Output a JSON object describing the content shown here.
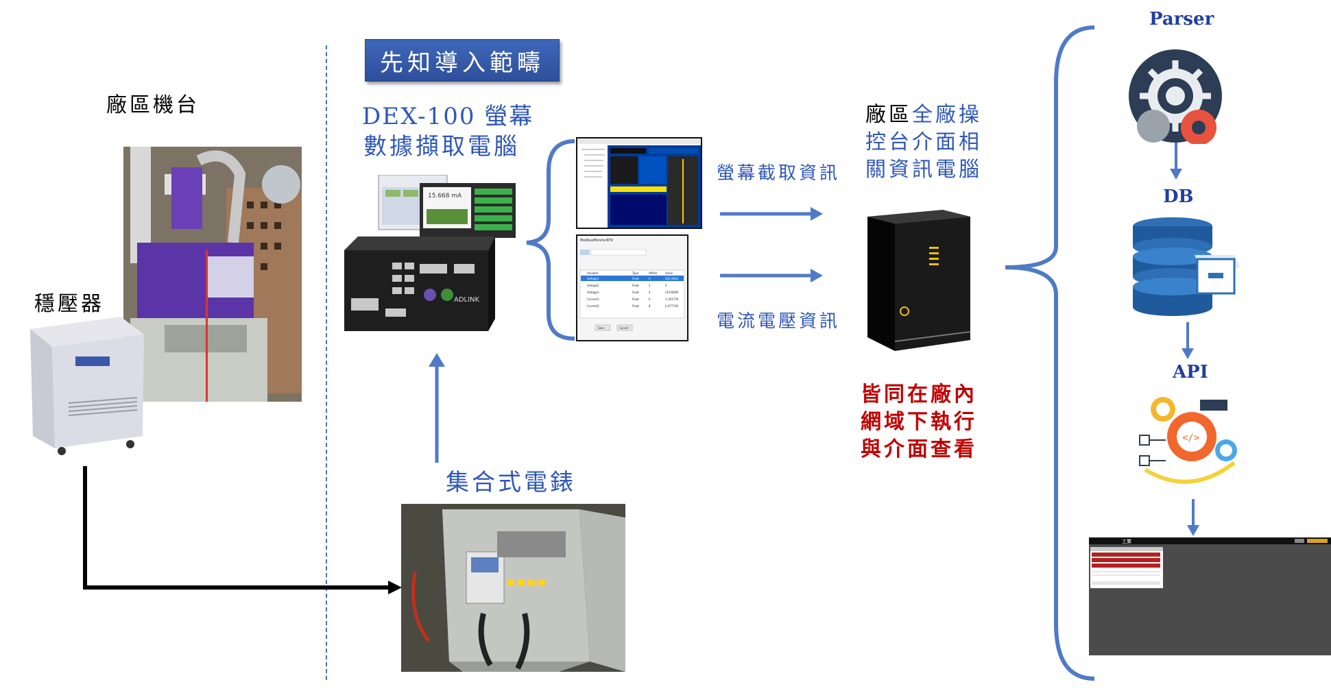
{
  "left": {
    "machine_label": "廠區機台",
    "stabilizer_label": "穩壓器"
  },
  "banner": {
    "text": "先知導入範疇"
  },
  "dex": {
    "line1": "DEX-100 螢幕",
    "line2": "數據擷取電腦"
  },
  "meter": {
    "label": "集合式電錶"
  },
  "arrows": {
    "screen_capture": "螢幕截取資訊",
    "current_voltage": "電流電壓資訊"
  },
  "server": {
    "line1_black": "廠區",
    "line1_blue": "全廠操",
    "line2": "控台介面相",
    "line3": "關資訊電腦"
  },
  "note": {
    "line1": "皆同在廠內",
    "line2": "網域下執行",
    "line3": "與介面查看"
  },
  "stack": {
    "parser": "Parser",
    "db": "DB",
    "api": "API"
  },
  "screens": {
    "dex_display_value": "15.668 mA",
    "dex_box_brand": "ADLINK",
    "modbus_title": "ModbusMonitorRTU",
    "modbus_columns": [
      "Variable",
      "Type",
      "Offset",
      "Value"
    ],
    "modbus_rows": [
      [
        "Voltage1",
        "Float",
        "0",
        "220.3044"
      ],
      [
        "Voltage2",
        "Float",
        "2",
        "0"
      ],
      [
        "Voltage3",
        "Float",
        "4",
        "219.8699"
      ],
      [
        "Current1",
        "Float",
        "6",
        "1.163778"
      ],
      [
        "Current2",
        "Float",
        "8",
        "0.077749"
      ]
    ],
    "modbus_buttons": [
      "Save",
      "Cancel"
    ],
    "dashboard_title": "工業"
  },
  "colors": {
    "blue_text": "#2f57b8",
    "red_text": "#c00000",
    "arrow_blue": "#4f7ac7",
    "banner_blue": "#3a60b1"
  }
}
